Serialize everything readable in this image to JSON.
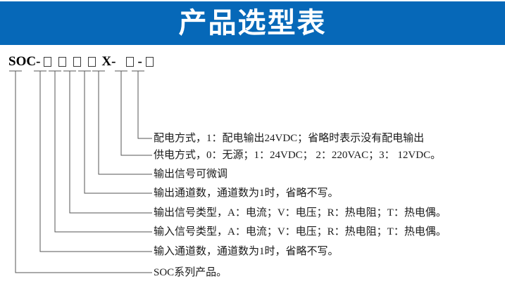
{
  "banner": {
    "title": "产品选型表",
    "background_color": "#0668b8",
    "text_color": "#ffffff"
  },
  "product_code": {
    "prefix": "SOC-",
    "boxes": [
      "□",
      "□",
      "□",
      "□"
    ],
    "middle": "X-",
    "box5": "□",
    "dash": "-",
    "box6": "□",
    "full_text": "SOC-□□□□X-□-□"
  },
  "legend": {
    "items": [
      {
        "index": 1,
        "name": "power-distribution-mode",
        "text": "配电方式，1：配电输出24VDC；省略时表示没有配电输出"
      },
      {
        "index": 2,
        "name": "power-supply-mode",
        "text": "供电方式，0：无源；1：24VDC； 2：220VAC；3： 12VDC。"
      },
      {
        "index": 3,
        "name": "output-signal-trimmable",
        "text": "输出信号可微调"
      },
      {
        "index": 4,
        "name": "output-channel-count",
        "text": "输出通道数，通道数为1时，省略不写。"
      },
      {
        "index": 5,
        "name": "output-signal-type",
        "text": "输出信号类型，A：电流；V：电压；R：热电阻；T：热电偶。"
      },
      {
        "index": 6,
        "name": "input-signal-type",
        "text": "输入信号类型，A：电流；V：电压；R：热电阻；T：热电偶。"
      },
      {
        "index": 7,
        "name": "input-channel-count",
        "text": "输入通道数，通道数为1时，省略不写。"
      },
      {
        "index": 8,
        "name": "soc-series-product",
        "text": "SOC系列产品。"
      }
    ]
  },
  "colors": {
    "banner_blue": "#0668b8",
    "line_color": "#555555",
    "text_color": "#1a1a1a"
  }
}
